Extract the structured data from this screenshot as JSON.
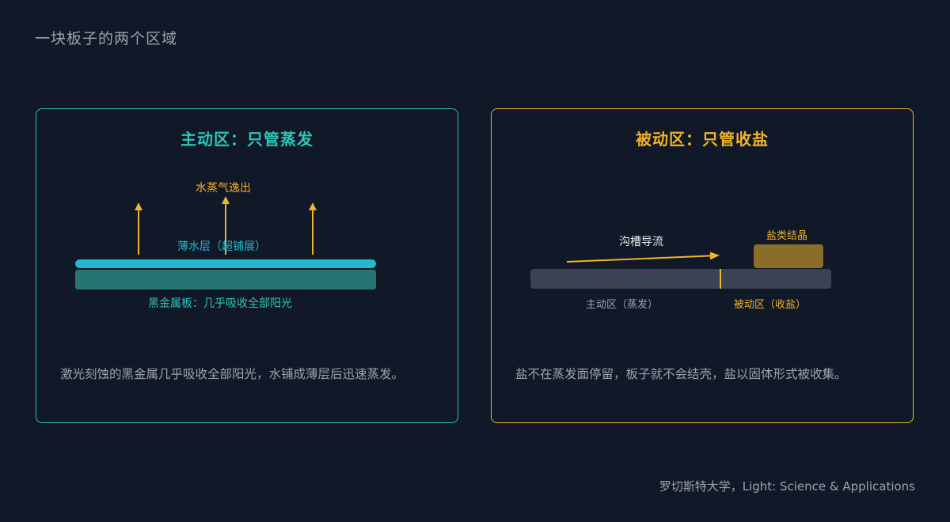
{
  "page": {
    "title": "一块板子的两个区域"
  },
  "active_zone": {
    "title": "主动区：只管蒸发",
    "vapor_label": "水蒸气逸出",
    "water_layer_label": "薄水层（超铺展）",
    "plate_label": "黑金属板：几乎吸收全部阳光",
    "description": "激光刻蚀的黑金属几乎吸收全部阳光，水铺成薄层后迅速蒸发。",
    "colors": {
      "border": "#2fc4b8",
      "water": "#22b8d0",
      "plate": "#267574",
      "arrow": "#f0b429"
    }
  },
  "passive_zone": {
    "title": "被动区：只管收盐",
    "channel_label": "沟槽导流",
    "salt_label": "盐类结晶",
    "active_region_label": "主动区（蒸发）",
    "passive_region_label": "被动区（收盐）",
    "description": "盐不在蒸发面停留，板子就不会结壳，盐以固体形式被收集。",
    "colors": {
      "border": "#f0b429",
      "plate": "#3b4254",
      "salt": "#8a6d28",
      "arrow": "#f0b429"
    }
  },
  "footer": {
    "source": "罗切斯特大学，Light: Science & Applications"
  }
}
